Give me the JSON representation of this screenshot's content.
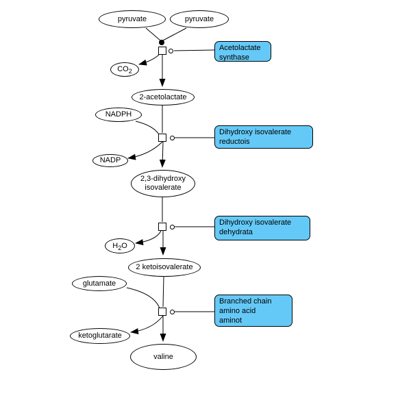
{
  "colors": {
    "enzyme_fill": "#65C9F7",
    "species_fill": "#FFFFFF",
    "stroke": "#000000"
  },
  "species": {
    "pyruvate1": {
      "label": "pyruvate"
    },
    "pyruvate2": {
      "label": "pyruvate"
    },
    "co2": {
      "prefix": "CO",
      "sub": "2"
    },
    "acetolactate": {
      "label": "2-acetolactate"
    },
    "nadph": {
      "label": "NADPH"
    },
    "nadp": {
      "label": "NADP"
    },
    "dihydroxyisovalerate": {
      "line1": "2,3-dihydroxy",
      "line2": "isovalerate"
    },
    "h2o": {
      "prefix": "H",
      "sub": "2",
      "suffix": "O"
    },
    "ketoisovalerate": {
      "label": "2 ketoisovalerate"
    },
    "glutamate": {
      "label": "glutamate"
    },
    "ketoglutarate": {
      "label": "ketoglutarate"
    },
    "valine": {
      "label": "valine"
    }
  },
  "enzymes": {
    "acetolactate_synthase": {
      "line1": "Acetolactate",
      "line2": "synthase"
    },
    "dihydroxy_isovalerate_reductois": {
      "line1": "Dihydroxy isovalerate",
      "line2": "reductois"
    },
    "dihydroxy_isovalerate_dehydrata": {
      "line1": "Dihydroxy isovalerate",
      "line2": "dehydrata"
    },
    "branched_chain_aminotransferase": {
      "line1": "Branched chain",
      "line2": "amino acid",
      "line3": "aminot"
    }
  }
}
